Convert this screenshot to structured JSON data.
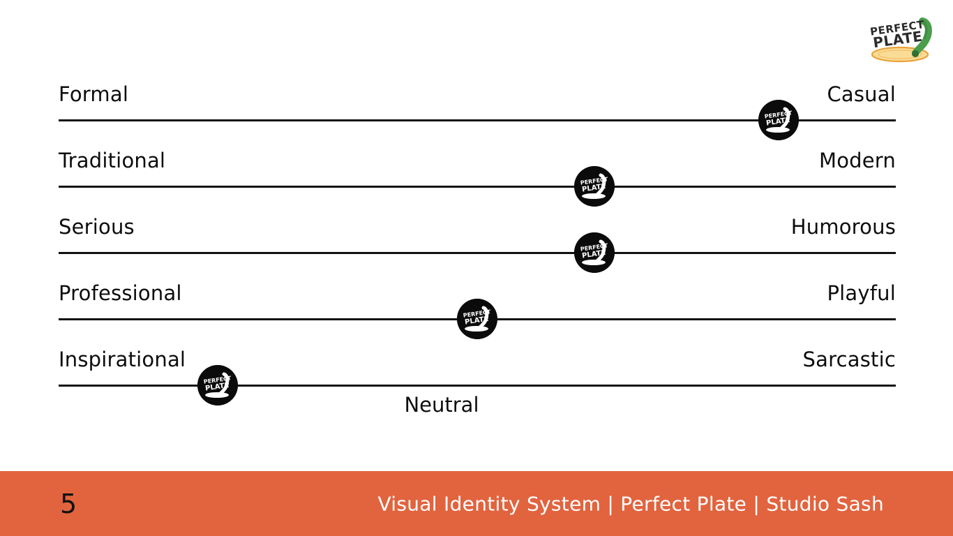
{
  "slide": {
    "page_number": "5",
    "footer_caption": "Visual Identity System | Perfect Plate | Studio Sash",
    "center_caption": "Neutral",
    "accent_color": "#e1643f",
    "line_color": "#111111",
    "badge_color": "#0b0b0b",
    "text_color": "#0d0d0d",
    "background_color": "#ffffff"
  },
  "logo": {
    "name": "perfect-plate-logo",
    "line1": "PERFECT",
    "line2": "PLATE",
    "green": "#4a9e4a",
    "green_dark": "#3d8740",
    "plate_fill": "#fbdc96",
    "plate_stroke": "#e9a23b"
  },
  "sliders": [
    {
      "id": "formal-casual",
      "left_label": "Formal",
      "right_label": "Casual",
      "value_percent": 86,
      "handle_name": "slider-handle-formal-casual"
    },
    {
      "id": "traditional-modern",
      "left_label": "Traditional",
      "right_label": "Modern",
      "value_percent": 64,
      "handle_name": "slider-handle-traditional-modern"
    },
    {
      "id": "serious-humorous",
      "left_label": "Serious",
      "right_label": "Humorous",
      "value_percent": 64,
      "handle_name": "slider-handle-serious-humorous"
    },
    {
      "id": "professional-playful",
      "left_label": "Professional",
      "right_label": "Playful",
      "value_percent": 50,
      "handle_name": "slider-handle-professional-playful"
    },
    {
      "id": "inspirational-sarcastic",
      "left_label": "Inspirational",
      "right_label": "Sarcastic",
      "value_percent": 19,
      "handle_name": "slider-handle-inspirational-sarcastic"
    }
  ]
}
